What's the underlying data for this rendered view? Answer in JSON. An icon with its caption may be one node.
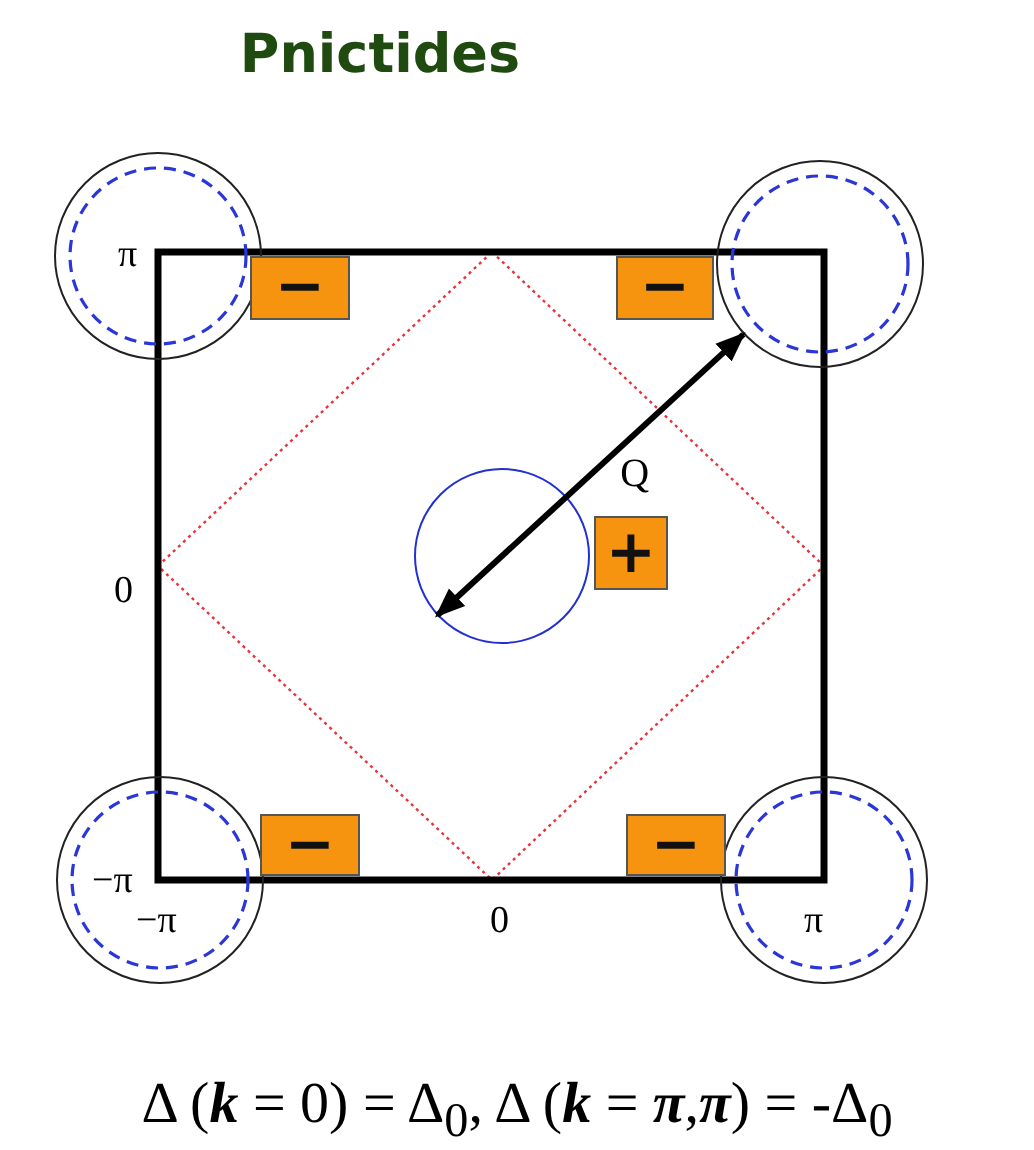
{
  "diagram": {
    "title": "Pnictides",
    "nodes": [
      {
        "text": [],
        "shape": "circle"
      },
      {
        "text": [],
        "shape": "circle"
      },
      {
        "text": [],
        "shape": "circle"
      },
      {
        "text": [],
        "shape": "circle"
      },
      {
        "text": [],
        "shape": "circle"
      },
      {
        "text": [
          "−"
        ]
      },
      {
        "text": [
          "−"
        ]
      },
      {
        "text": [
          "+"
        ]
      },
      {
        "text": [
          "−"
        ]
      },
      {
        "text": [
          "−"
        ]
      }
    ],
    "edges": [
      {
        "from": 2,
        "to": 1,
        "arrow": "both",
        "label": "Q"
      }
    ],
    "labels": [
      "π",
      "0",
      "−π",
      "−π",
      "0",
      "π"
    ],
    "caption": "Δ (*k* = 0) = Δ$_{0}$,  Δ (*k* = *π*,*π*) = -Δ$_{0}$"
  }
}
